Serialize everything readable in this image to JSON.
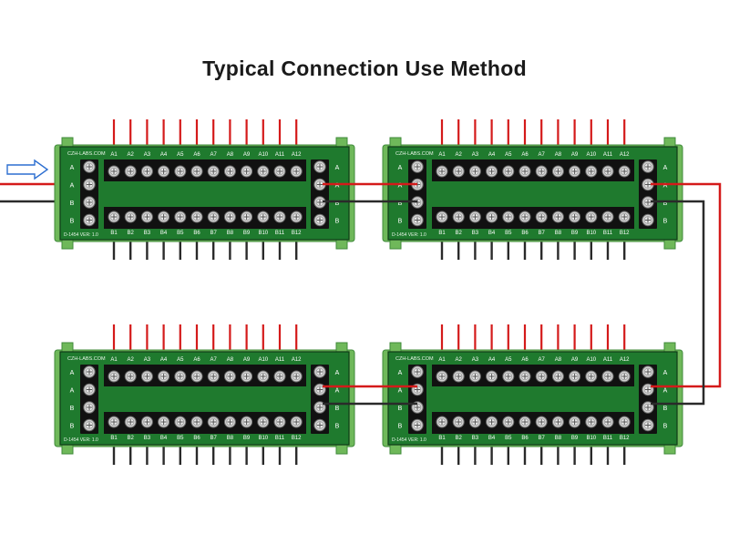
{
  "title": "Typical Connection Use Method",
  "board": {
    "brand": "CZH-LABS.COM",
    "model": "D-1454",
    "version": "VER: 1.0",
    "bus_labels": [
      "A",
      "A",
      "B",
      "B"
    ],
    "top_terminals": [
      "A1",
      "A2",
      "A3",
      "A4",
      "A5",
      "A6",
      "A7",
      "A8",
      "A9",
      "A10",
      "A11",
      "A12"
    ],
    "bottom_terminals": [
      "B1",
      "B2",
      "B3",
      "B4",
      "B5",
      "B6",
      "B7",
      "B8",
      "B9",
      "B10",
      "B11",
      "B12"
    ]
  },
  "boards": [
    {
      "name": "top-left"
    },
    {
      "name": "top-right"
    },
    {
      "name": "bottom-left"
    },
    {
      "name": "bottom-right"
    }
  ],
  "colors": {
    "pcb": "#1f7a2e",
    "pcb_dark": "#0f3b17",
    "rail": "#6fb85a",
    "terminal_block": "#111111",
    "wire_red": "#d41a1a",
    "wire_black": "#2a2a2a",
    "arrow": "#2d6fd0"
  },
  "icons": [
    "input-arrow-icon",
    "screw-terminal-icon"
  ]
}
